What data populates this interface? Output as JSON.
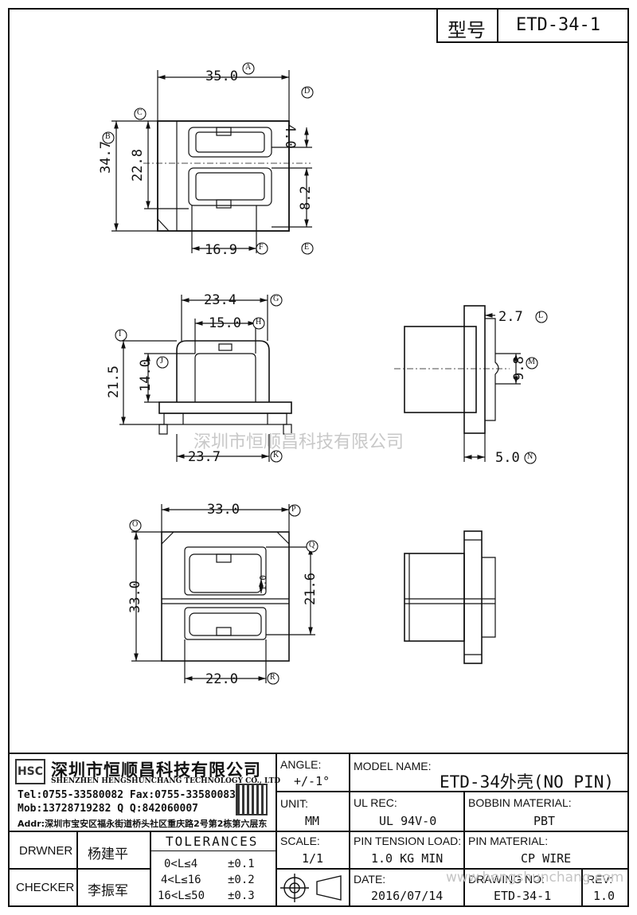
{
  "header": {
    "type_label": "型号",
    "type_value": "ETD-34-1"
  },
  "dimensions": {
    "top_view": {
      "width": "35.0",
      "height": "34.7",
      "inner": "22.8",
      "slot": "4.0",
      "lower": "8.2",
      "bottom": "16.9"
    },
    "front_view": {
      "top_outer": "23.4",
      "top_inner": "15.0",
      "height_outer": "21.5",
      "height_inner": "14.0",
      "base": "23.7"
    },
    "side_view": {
      "flange": "2.7",
      "notch": "9.8",
      "base": "5.0"
    },
    "bottom_view": {
      "width": "33.0",
      "height": "33.0",
      "inner_h": "21.6",
      "gap": "1.0",
      "base": "22.0"
    },
    "balloons": [
      "A",
      "B",
      "C",
      "D",
      "E",
      "F",
      "G",
      "H",
      "I",
      "J",
      "K",
      "L",
      "M",
      "N",
      "O",
      "P",
      "Q",
      "R"
    ]
  },
  "watermark": {
    "center": "深圳市恒顺昌科技有限公司",
    "corner": "www.hengshunchang.com"
  },
  "company": {
    "logo": "HSC",
    "name_cn": "深圳市恒顺昌科技有限公司",
    "name_en": "SHENZHEN HENGSHUNCHANG TECHNOLOGY CO., LTD",
    "tel": "Tel:0755-33580082 Fax:0755-33580083",
    "mob": "Mob:13728719282     Q  Q:842060007",
    "addr": "Addr:深圳市宝安区福永街道桥头社区重庆路2号第2栋第六层东"
  },
  "title_block": {
    "angle_label": "ANGLE:",
    "angle_value": "+/-1°",
    "unit_label": "UNIT:",
    "unit_value": "MM",
    "scale_label": "SCALE:",
    "scale_value": "1/1",
    "model_label": "MODEL NAME:",
    "model_value": "ETD-34外壳(NO PIN)",
    "ulrec_label": "UL REC:",
    "ulrec_value": "UL 94V-0",
    "bobbin_label": "BOBBIN MATERIAL:",
    "bobbin_value": "PBT",
    "tension_label": "PIN TENSION LOAD:",
    "tension_value": "1.0 KG MIN",
    "pinmat_label": "PIN MATERIAL:",
    "pinmat_value": "CP WIRE",
    "date_label": "DATE:",
    "date_value": "2016/07/14",
    "drawing_label": "DRAWING NO:",
    "drawing_value": "ETD-34-1",
    "rev_label": "REV:",
    "rev_value": "1.0",
    "drawer_label": "DRWNER",
    "drawer_value": "杨建平",
    "checker_label": "CHECKER",
    "checker_value": "李振军",
    "tol_title": "TOLERANCES",
    "tol_rows": [
      {
        "range": "0<L≤4",
        "tol": "±0.1"
      },
      {
        "range": "4<L≤16",
        "tol": "±0.2"
      },
      {
        "range": "16<L≤50",
        "tol": "±0.3"
      }
    ]
  }
}
